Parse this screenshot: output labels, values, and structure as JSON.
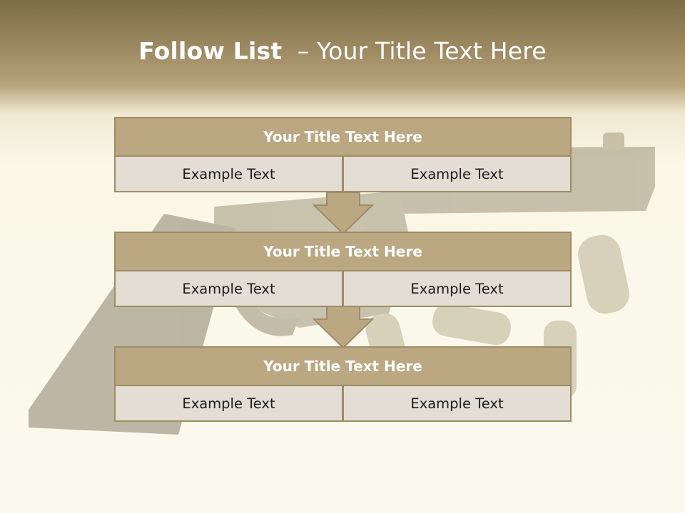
{
  "header": {
    "title_bold": "Follow List",
    "title_rest": "– Your Title Text Here"
  },
  "blocks": [
    {
      "title": "Your Title Text Here",
      "cells": [
        "Example Text",
        "Example Text"
      ]
    },
    {
      "title": "Your Title Text Here",
      "cells": [
        "Example Text",
        "Example Text"
      ]
    },
    {
      "title": "Your Title Text Here",
      "cells": [
        "Example Text",
        "Example Text"
      ]
    }
  ],
  "colors": {
    "header": "#9d8a62",
    "block_title": "#bba782",
    "cell": "#e3ddd3",
    "border": "#9e8c66"
  },
  "background_image": "revolver-and-bullets"
}
